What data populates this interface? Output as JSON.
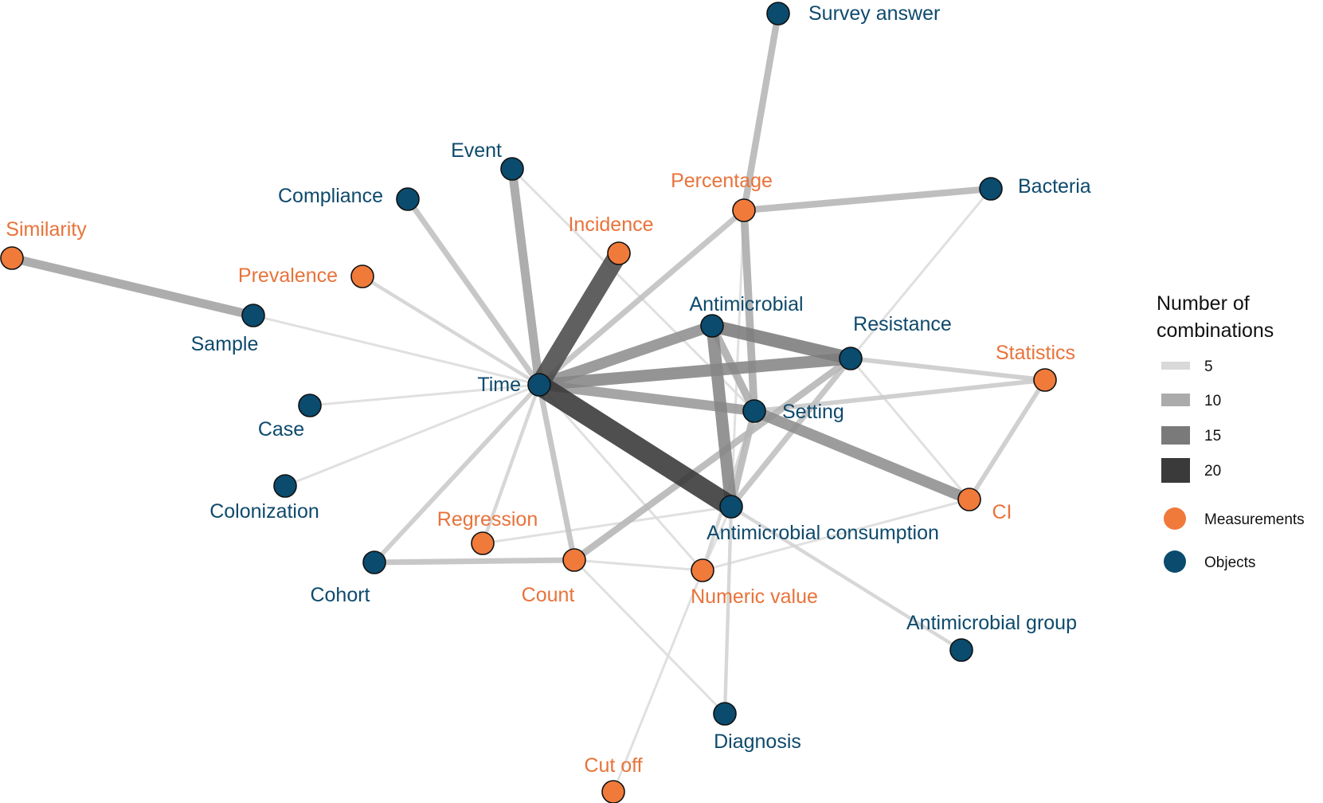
{
  "colors": {
    "measurement": "#F07A3A",
    "object": "#0A4B6E",
    "measurement_label": "#E8733A",
    "object_label": "#0E4A6C",
    "node_stroke": "#111111"
  },
  "node_types": {
    "measurement": "Measurements",
    "object": "Objects"
  },
  "nodes": [
    {
      "id": "survey_answer",
      "label": "Survey answer",
      "type": "object"
    },
    {
      "id": "event",
      "label": "Event",
      "type": "object"
    },
    {
      "id": "compliance",
      "label": "Compliance",
      "type": "object"
    },
    {
      "id": "percentage",
      "label": "Percentage",
      "type": "measurement"
    },
    {
      "id": "bacteria",
      "label": "Bacteria",
      "type": "object"
    },
    {
      "id": "similarity",
      "label": "Similarity",
      "type": "measurement"
    },
    {
      "id": "incidence",
      "label": "Incidence",
      "type": "measurement"
    },
    {
      "id": "prevalence",
      "label": "Prevalence",
      "type": "measurement"
    },
    {
      "id": "sample",
      "label": "Sample",
      "type": "object"
    },
    {
      "id": "antimicrobial",
      "label": "Antimicrobial",
      "type": "object"
    },
    {
      "id": "resistance",
      "label": "Resistance",
      "type": "object"
    },
    {
      "id": "statistics",
      "label": "Statistics",
      "type": "measurement"
    },
    {
      "id": "time",
      "label": "Time",
      "type": "object"
    },
    {
      "id": "setting",
      "label": "Setting",
      "type": "object"
    },
    {
      "id": "case",
      "label": "Case",
      "type": "object"
    },
    {
      "id": "colonization",
      "label": "Colonization",
      "type": "object"
    },
    {
      "id": "ci",
      "label": "CI",
      "type": "measurement"
    },
    {
      "id": "antimicrobial_consumption",
      "label": "Antimicrobial consumption",
      "type": "object"
    },
    {
      "id": "regression",
      "label": "Regression",
      "type": "measurement"
    },
    {
      "id": "cohort",
      "label": "Cohort",
      "type": "object"
    },
    {
      "id": "count",
      "label": "Count",
      "type": "measurement"
    },
    {
      "id": "numeric_value",
      "label": "Numeric value",
      "type": "measurement"
    },
    {
      "id": "antimicrobial_group",
      "label": "Antimicrobial group",
      "type": "object"
    },
    {
      "id": "diagnosis",
      "label": "Diagnosis",
      "type": "object"
    },
    {
      "id": "cut_off",
      "label": "Cut off",
      "type": "measurement"
    }
  ],
  "edges": [
    {
      "source": "time",
      "target": "antimicrobial_consumption",
      "weight": 22
    },
    {
      "source": "time",
      "target": "incidence",
      "weight": 20
    },
    {
      "source": "time",
      "target": "resistance",
      "weight": 14
    },
    {
      "source": "time",
      "target": "antimicrobial",
      "weight": 13
    },
    {
      "source": "antimicrobial",
      "target": "resistance",
      "weight": 15
    },
    {
      "source": "antimicrobial",
      "target": "antimicrobial_consumption",
      "weight": 14
    },
    {
      "source": "antimicrobial",
      "target": "setting",
      "weight": 10
    },
    {
      "source": "time",
      "target": "setting",
      "weight": 12
    },
    {
      "source": "setting",
      "target": "ci",
      "weight": 13
    },
    {
      "source": "similarity",
      "target": "sample",
      "weight": 11
    },
    {
      "source": "sample",
      "target": "time",
      "weight": 5
    },
    {
      "source": "time",
      "target": "event",
      "weight": 11
    },
    {
      "source": "survey_answer",
      "target": "percentage",
      "weight": 9
    },
    {
      "source": "percentage",
      "target": "setting",
      "weight": 10
    },
    {
      "source": "percentage",
      "target": "bacteria",
      "weight": 9
    },
    {
      "source": "percentage",
      "target": "time",
      "weight": 8
    },
    {
      "source": "percentage",
      "target": "antimicrobial_consumption",
      "weight": 5
    },
    {
      "source": "bacteria",
      "target": "resistance",
      "weight": 5
    },
    {
      "source": "compliance",
      "target": "time",
      "weight": 8
    },
    {
      "source": "prevalence",
      "target": "time",
      "weight": 6
    },
    {
      "source": "event",
      "target": "setting",
      "weight": 5
    },
    {
      "source": "resistance",
      "target": "statistics",
      "weight": 7
    },
    {
      "source": "resistance",
      "target": "antimicrobial_consumption",
      "weight": 8
    },
    {
      "source": "resistance",
      "target": "ci",
      "weight": 5
    },
    {
      "source": "resistance",
      "target": "count",
      "weight": 9
    },
    {
      "source": "setting",
      "target": "statistics",
      "weight": 7
    },
    {
      "source": "statistics",
      "target": "ci",
      "weight": 7
    },
    {
      "source": "setting",
      "target": "antimicrobial_consumption",
      "weight": 9
    },
    {
      "source": "setting",
      "target": "numeric_value",
      "weight": 6
    },
    {
      "source": "case",
      "target": "time",
      "weight": 5
    },
    {
      "source": "colonization",
      "target": "time",
      "weight": 5
    },
    {
      "source": "cohort",
      "target": "time",
      "weight": 7
    },
    {
      "source": "cohort",
      "target": "count",
      "weight": 8
    },
    {
      "source": "time",
      "target": "regression",
      "weight": 6
    },
    {
      "source": "time",
      "target": "count",
      "weight": 8
    },
    {
      "source": "time",
      "target": "numeric_value",
      "weight": 5
    },
    {
      "source": "regression",
      "target": "antimicrobial_consumption",
      "weight": 5
    },
    {
      "source": "count",
      "target": "numeric_value",
      "weight": 5
    },
    {
      "source": "count",
      "target": "diagnosis",
      "weight": 5
    },
    {
      "source": "numeric_value",
      "target": "ci",
      "weight": 5
    },
    {
      "source": "numeric_value",
      "target": "antimicrobial_consumption",
      "weight": 5
    },
    {
      "source": "numeric_value",
      "target": "cut_off",
      "weight": 5
    },
    {
      "source": "antimicrobial_consumption",
      "target": "antimicrobial_group",
      "weight": 6
    },
    {
      "source": "antimicrobial_consumption",
      "target": "diagnosis",
      "weight": 6
    }
  ],
  "legend": {
    "title_line1": "Number of",
    "title_line2": "combinations",
    "weights": [
      {
        "label": "5",
        "value": 5
      },
      {
        "label": "10",
        "value": 10
      },
      {
        "label": "15",
        "value": 15
      },
      {
        "label": "20",
        "value": 20
      }
    ],
    "measurements_label": "Measurements",
    "objects_label": "Objects"
  }
}
